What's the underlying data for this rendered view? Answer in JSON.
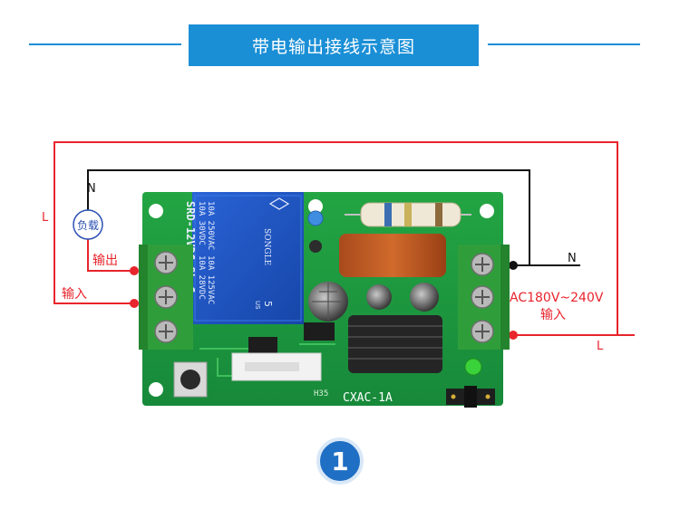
{
  "title": "带电输出接线示意图",
  "wires": {
    "n_left": "N",
    "n_right": "N",
    "l_left": "L",
    "l_right": "L",
    "load": "负载",
    "output": "输出",
    "input_left": "输入",
    "voltage": "AC180V~240V",
    "input_right": "输入"
  },
  "board": {
    "relay_lines": [
      "10A 250VAC",
      "10A 30VDC",
      "10A 125VAC",
      "10A 28VDC"
    ],
    "relay_model": "SRD-12VDC-SL-C",
    "relay_brand": "SONGLE",
    "relay_pin_count": "5",
    "relay_cert": "US",
    "model": "CXAC-1A",
    "silk_code": "H35"
  },
  "step_number": "1",
  "colors": {
    "accent": "#1a8fd6",
    "wire_live": "#e8242c",
    "wire_neutral": "#111111",
    "pcb": "#1e9a3c",
    "relay": "#1b55c4",
    "terminal": "#2f9e3a"
  }
}
